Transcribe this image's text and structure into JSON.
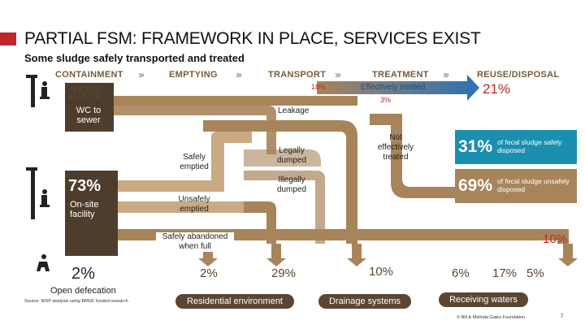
{
  "header": {
    "title": "PARTIAL FSM: FRAMEWORK IN PLACE, SERVICES EXIST",
    "subtitle": "Some sludge safely transported and treated"
  },
  "stages": [
    "CONTAINMENT",
    "EMPTYING",
    "TRANSPORT",
    "TREATMENT",
    "REUSE/DISPOSAL"
  ],
  "containment": {
    "sewer_pct": "25%",
    "sewer_label": "WC to sewer",
    "onsite_pct": "73%",
    "onsite_label": "On-site facility",
    "od_pct": "2%",
    "od_label": "Open defecation"
  },
  "flows": {
    "transport_pct": "18%",
    "effectively_treated": "Effectively treated",
    "effective_pct": "3%",
    "reuse_pct": "21%",
    "leakage": "Leakage",
    "safely_emptied": "Safely emptied",
    "legally_dumped": "Legally dumped",
    "not_effectively_treated": "Not effectively treated",
    "illegally_dumped": "Illegally dumped",
    "unsafely_emptied": "Unsafely emptied",
    "safely_abandoned": "Safely abandoned when full"
  },
  "disposal": {
    "safe_pct": "31%",
    "safe_label": "of fecal sludge safely disposed",
    "unsafe_pct": "69%",
    "unsafe_label": "of fecal sludge unsafely disposed",
    "abandoned_pct": "10%"
  },
  "outcomes": {
    "res_2": "2%",
    "res_29": "29%",
    "drain_10": "10%",
    "recv_6": "6%",
    "recv_17": "17%",
    "recv_5": "5%",
    "residential": "Residential environment",
    "drainage": "Drainage systems",
    "receiving": "Receiving waters"
  },
  "footer": {
    "source": "Source: WSP analysis using BMGF funded research",
    "credit": "© Bill & Melinda Gates Foundation",
    "page": "7"
  },
  "colors": {
    "title_accent": "#c0262d",
    "brown_dark": "#4e3d2c",
    "tan": "#a8845b",
    "tan_light": "#c9aa82",
    "blue": "#2a72b5",
    "teal": "#1b8fb0",
    "pill": "#5a4632"
  }
}
